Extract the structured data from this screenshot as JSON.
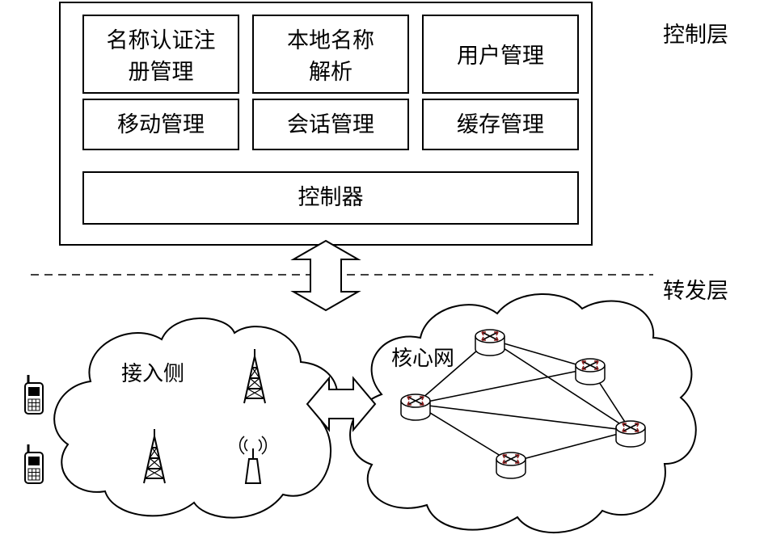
{
  "control_layer": {
    "label": "控制层",
    "modules": [
      {
        "line1": "名称认证注",
        "line2": "册管理"
      },
      {
        "line1": "本地名称",
        "line2": "解析"
      },
      {
        "line1": "用户管理",
        "line2": ""
      },
      {
        "line1": "移动管理",
        "line2": ""
      },
      {
        "line1": "会话管理",
        "line2": ""
      },
      {
        "line1": "缓存管理",
        "line2": ""
      }
    ],
    "controller": "控制器"
  },
  "forwarding_layer": {
    "label": "转发层",
    "access_side": "接入侧",
    "core_network": "核心网"
  },
  "icons": [
    "mobile-phone-icon",
    "radio-tower-icon",
    "wifi-access-point-icon",
    "router-icon"
  ],
  "colors": {
    "stroke": "#000000",
    "background": "#ffffff",
    "router_arrows": "#8b1a1a"
  }
}
